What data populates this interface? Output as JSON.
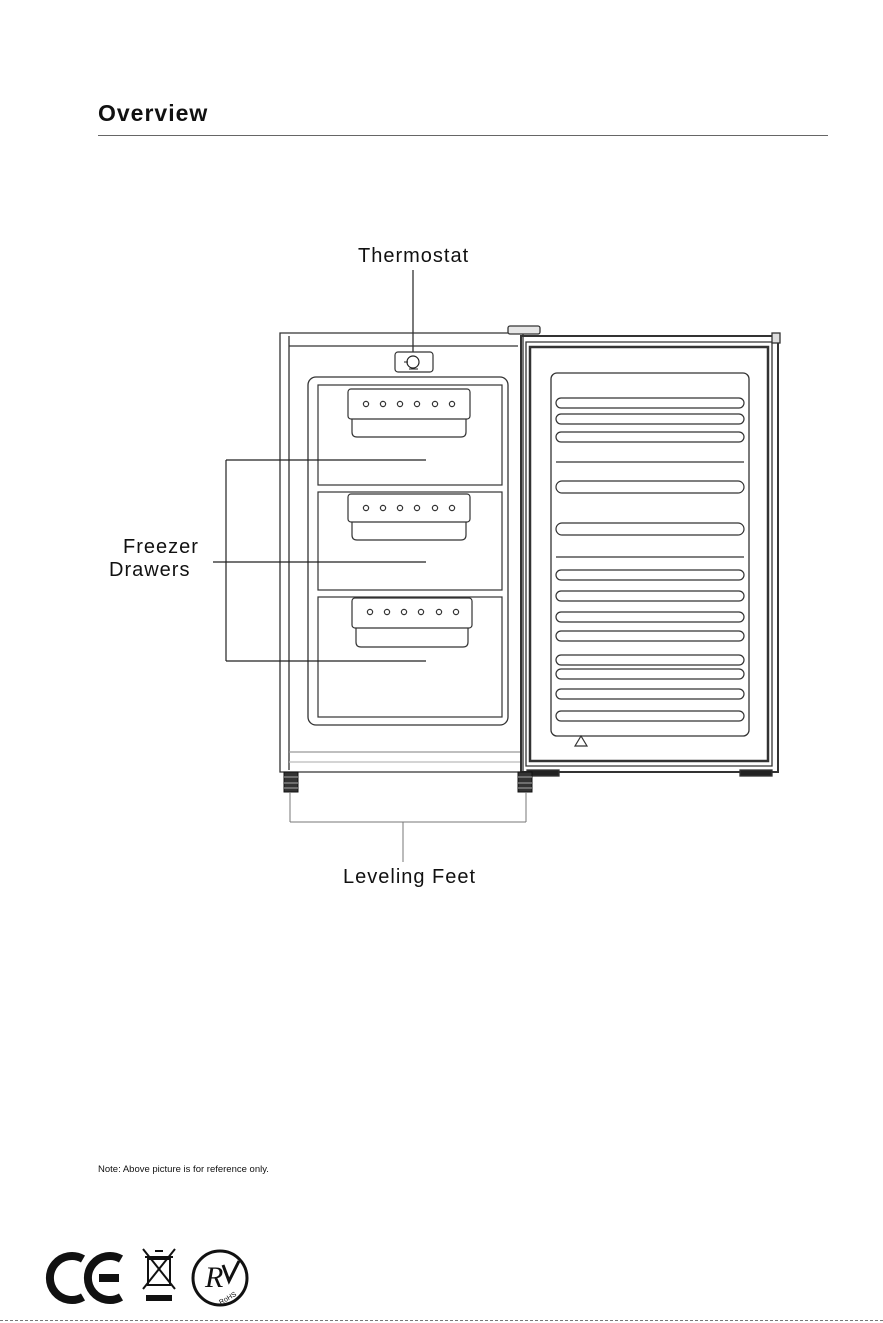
{
  "header": {
    "title": "Overview"
  },
  "labels": {
    "thermostat": "Thermostat",
    "freezer_line1": "Freezer",
    "freezer_line2": "Drawers",
    "leveling_feet": "Leveling Feet"
  },
  "note": "Note: Above picture is for reference only.",
  "marks": {
    "rohs": "RoHS"
  },
  "icons": [
    "ce-mark-icon",
    "weee-bin-icon",
    "rohs-seal-icon",
    "recycle-triangle-icon"
  ]
}
